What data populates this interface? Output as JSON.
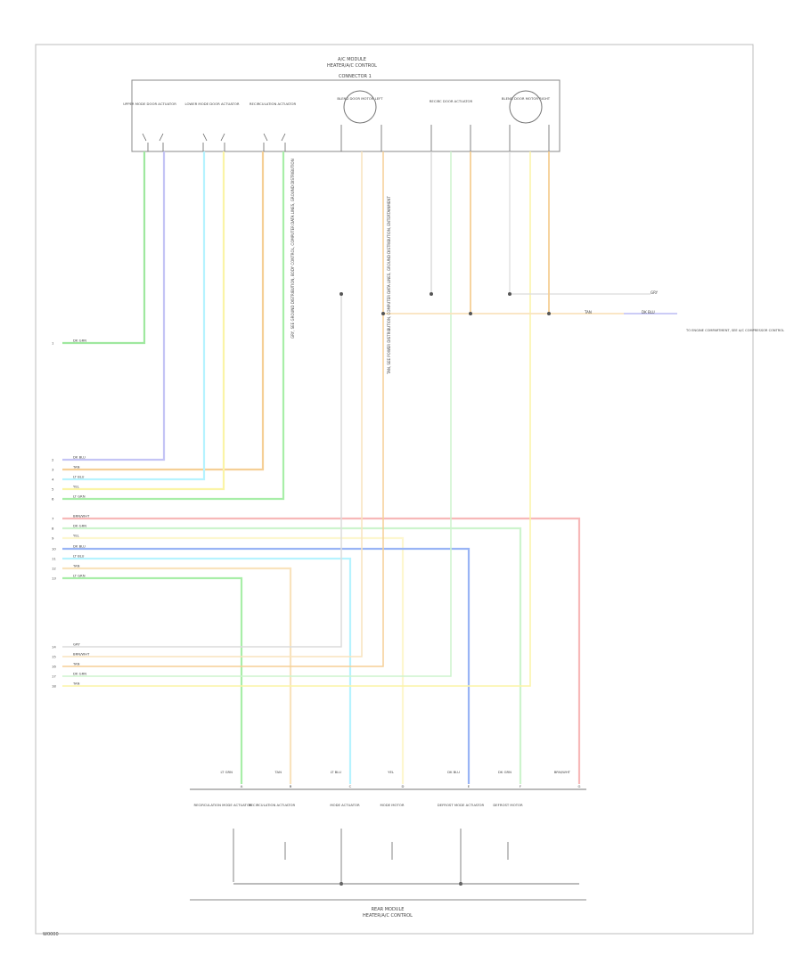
{
  "diagram": {
    "figure_code": "W0000",
    "top_module": {
      "title": "A/C MODULE",
      "subtitle": "HEATER/A/C CONTROL",
      "part": "CONNECTOR 1"
    },
    "top_devices": [
      "UPPER MODE DOOR ACTUATOR",
      "LOWER MODE DOOR ACTUATOR",
      "RECIRCULATION ACTUATOR",
      "BLEND DOOR MOTOR LEFT",
      "RECIRC DOOR ACTUATOR",
      "BLEND DOOR MOTOR RIGHT"
    ],
    "left_wire_colors": [
      "DK GRN",
      "DK BLU",
      "TAN",
      "LT BLU",
      "YEL",
      "LT GRN",
      "BRN/WHT",
      "DK GRN",
      "YEL",
      "DK BLU",
      "LT BLU",
      "TAN",
      "LT GRN",
      "GRY",
      "BRN/WHT",
      "TAN",
      "DK GRN",
      "TAN"
    ],
    "left_pins": [
      "1",
      "2",
      "3",
      "4",
      "5",
      "6",
      "7",
      "8",
      "9",
      "10",
      "11",
      "12",
      "13",
      "14",
      "15",
      "16",
      "17",
      "18"
    ],
    "mid_note_a": "GRY, SEE GROUND DISTRIBUTION, BODY CONTROL, COMPUTER DATA LINES, GROUND DISTRIBUTION",
    "mid_note_b": "TAN, SEE POWER DISTRIBUTION, COMPUTER DATA LINES, GROUND DISTRIBUTION, ENTERTAINMENT",
    "right_wire_a": "GRY",
    "right_wire_b": "TAN",
    "right_wire_c": "DK BLU",
    "right_ref": "TO ENGINE COMPARTMENT, SEE A/C COMPRESSOR CONTROL",
    "bottom_wire_colors": [
      "LT GRN",
      "TAN",
      "LT BLU",
      "YEL",
      "DK BLU",
      "DK GRN",
      "BRN/WHT"
    ],
    "bottom_pins": [
      "A",
      "B",
      "C",
      "D",
      "E",
      "F",
      "G"
    ],
    "bottom_devices": [
      "RECIRCULATION MODE ACTUATOR",
      "RECIRCULATION ACTUATOR",
      "MODE ACTUATOR",
      "MODE MOTOR",
      "DEFROST MODE ACTUATOR",
      "DEFROST MOTOR"
    ],
    "bottom_module": {
      "title": "REAR MODULE",
      "subtitle": "HEATER/A/C CONTROL"
    }
  }
}
